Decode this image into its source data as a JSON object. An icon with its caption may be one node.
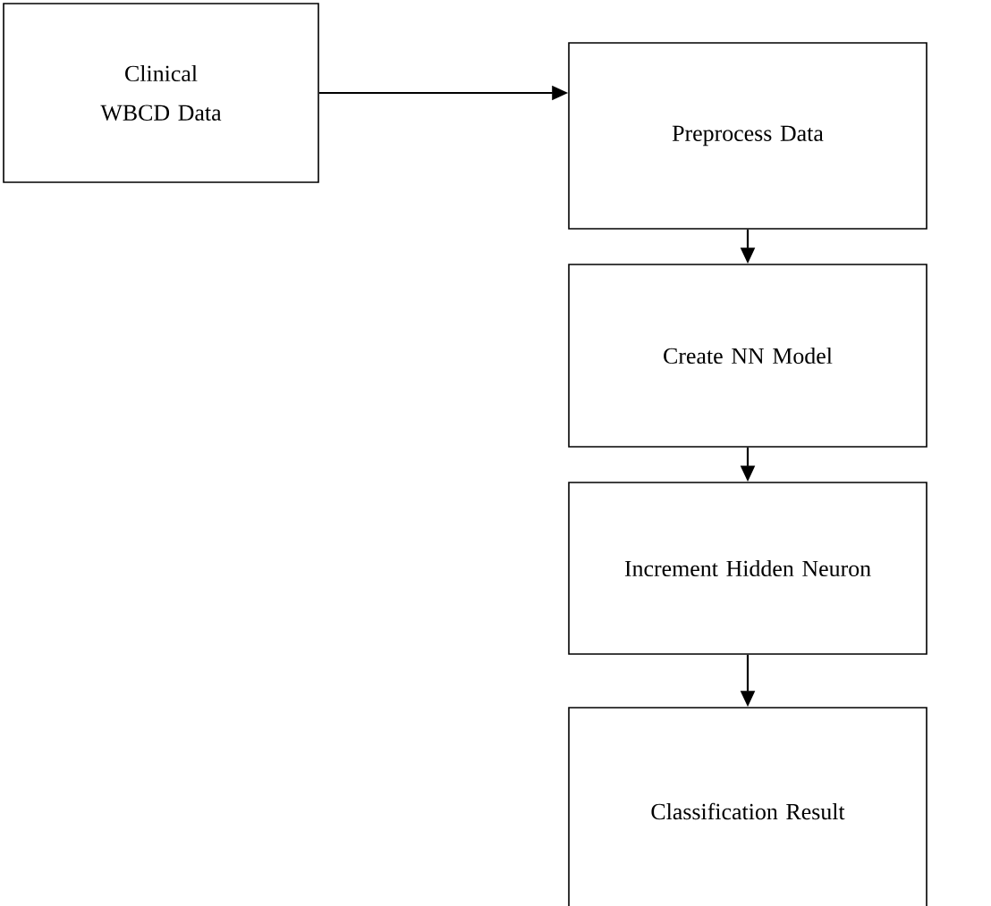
{
  "diagram": {
    "nodes": [
      {
        "text": [
          "Clinical WBCD Data"
        ]
      },
      {
        "text": [
          "Preprocess Data"
        ]
      },
      {
        "text": [
          "Create NN Model"
        ]
      },
      {
        "text": [
          "Increment Hidden Neuron"
        ]
      },
      {
        "text": [
          "Classification Result"
        ]
      }
    ],
    "edges": [
      {
        "from": 0,
        "to": 1,
        "arrow": "to"
      },
      {
        "from": 1,
        "to": 2,
        "arrow": "to"
      },
      {
        "from": 2,
        "to": 3,
        "arrow": "to"
      },
      {
        "from": 3,
        "to": 4,
        "arrow": "to"
      }
    ]
  }
}
